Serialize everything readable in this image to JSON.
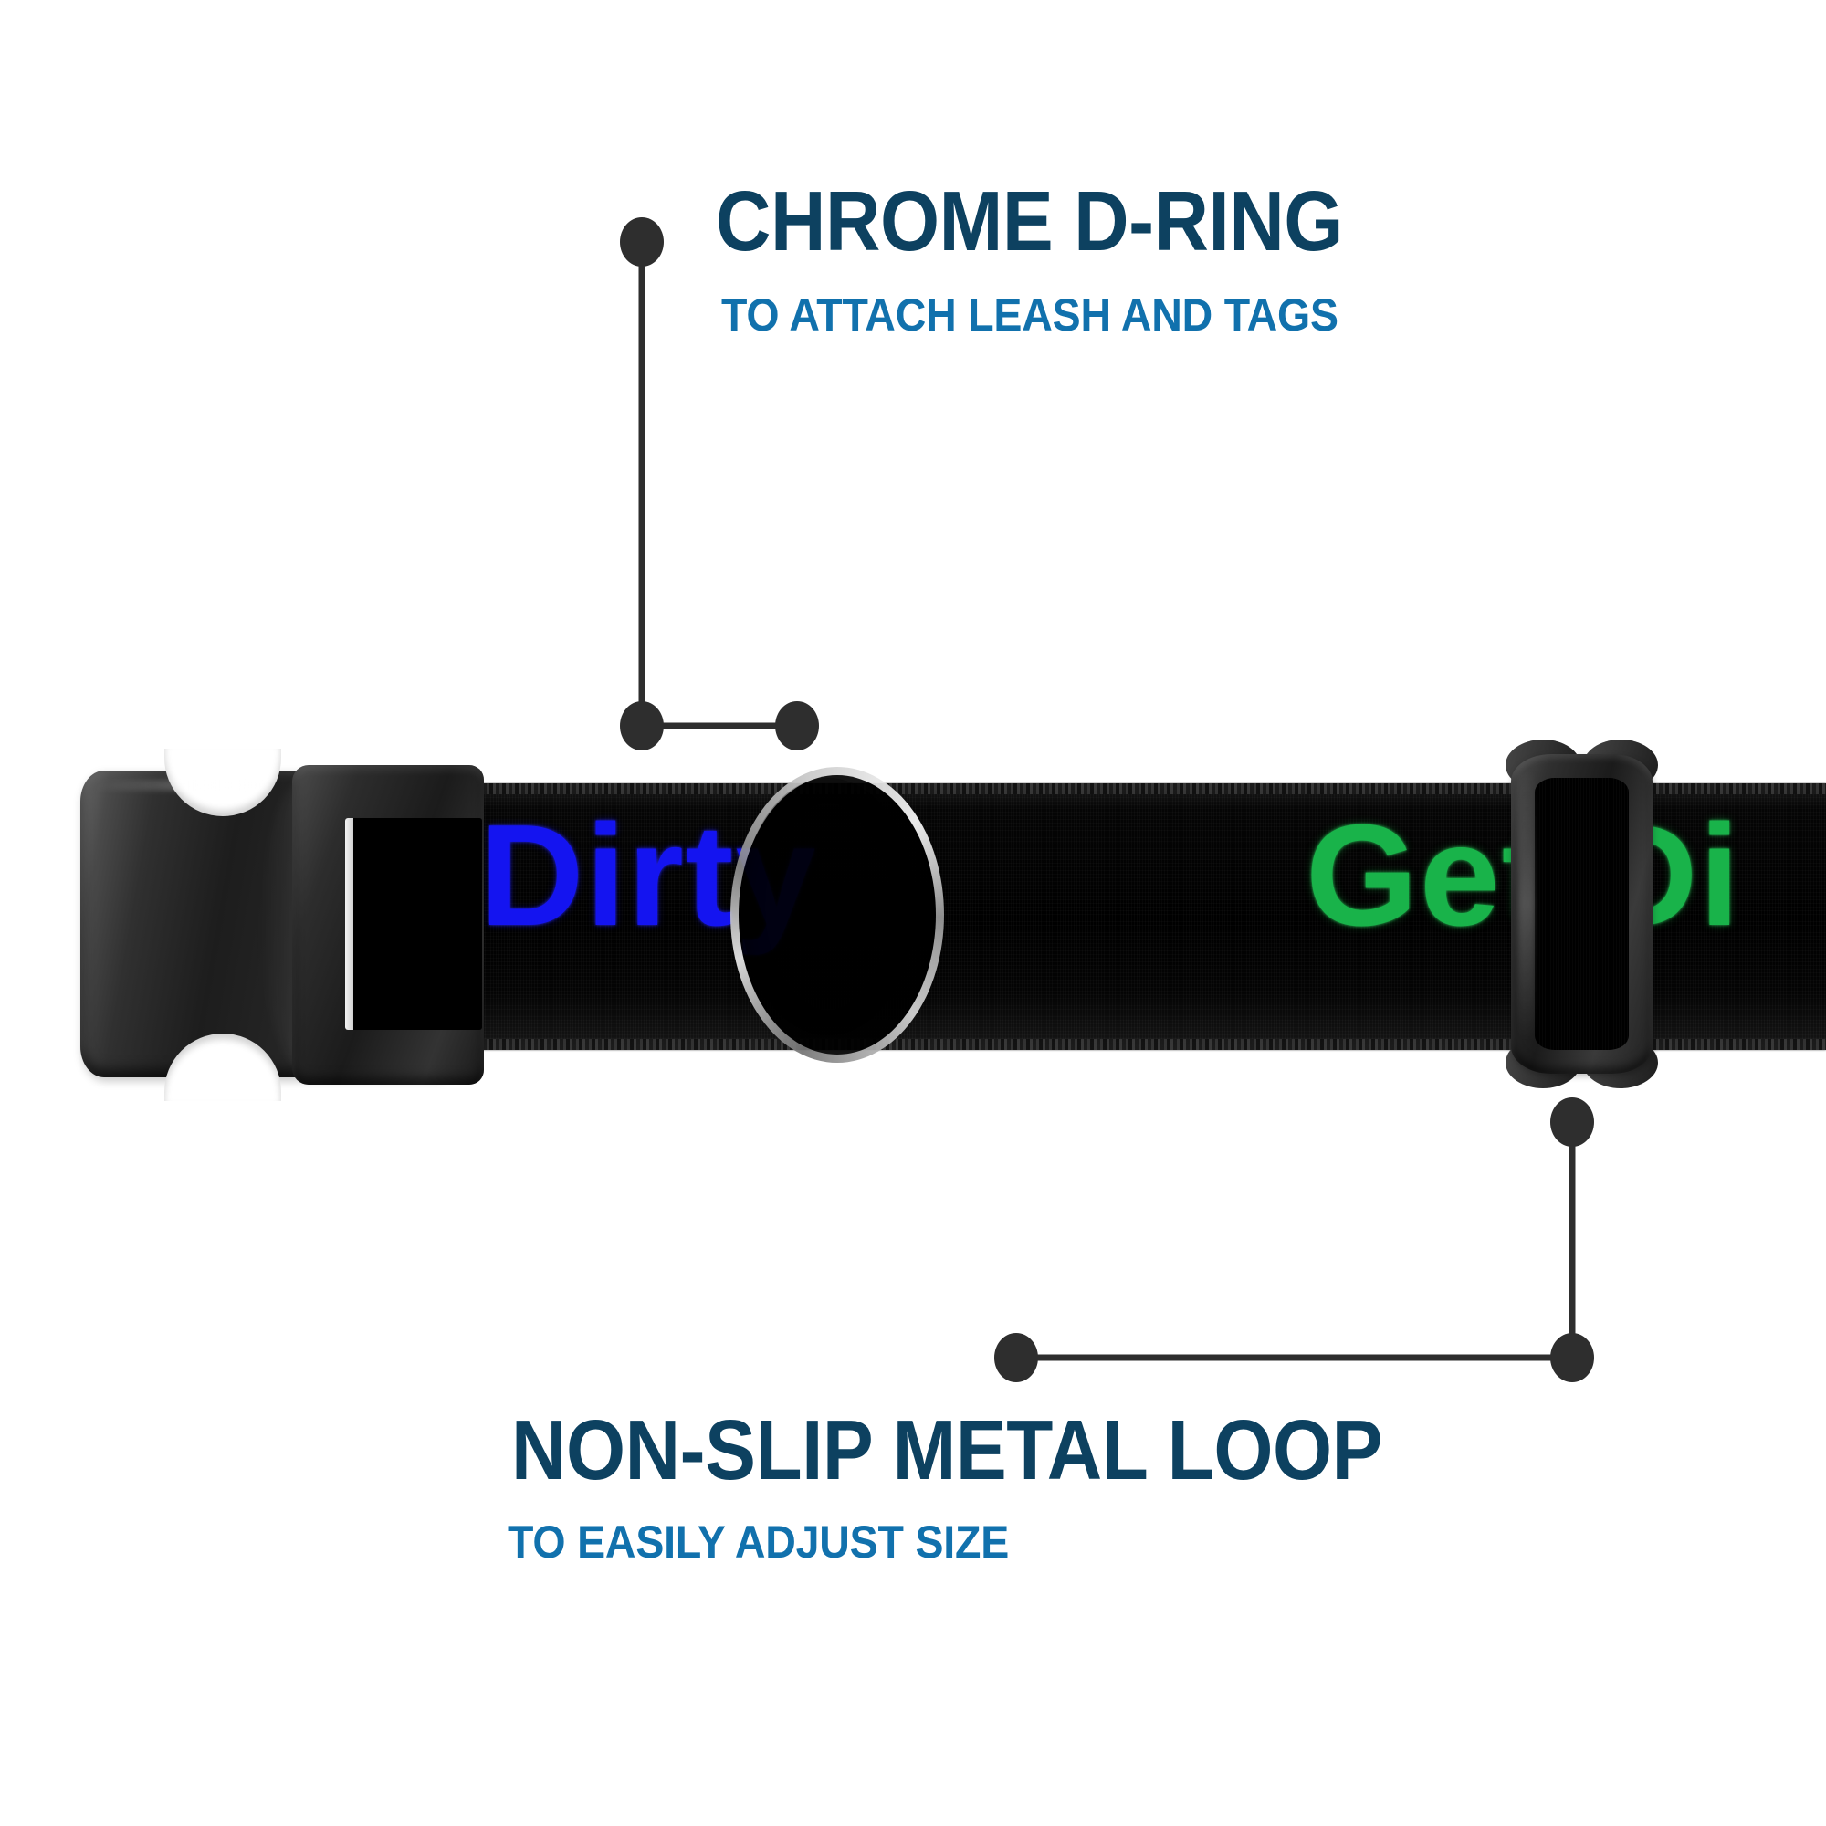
{
  "page": {
    "background_color": "#ffffff",
    "product": "dog collar feature infographic"
  },
  "colors": {
    "title_navy": "#0d4160",
    "subtitle_blue": "#1171ad",
    "leader_dark": "#2e2e2e",
    "slogan_blue": "#1414f0",
    "slogan_green": "#19b34a",
    "webbing_black": "#000000",
    "chrome_silver": "#d8d8d8"
  },
  "callouts": [
    {
      "id": "chrome-d-ring",
      "title": "CHROME D-RING",
      "subtitle": "TO ATTACH LEASH AND TAGS",
      "position": "top"
    },
    {
      "id": "non-slip-metal-loop",
      "title": "NON-SLIP METAL LOOP",
      "subtitle": "TO EASILY ADJUST SIZE",
      "position": "bottom"
    }
  ],
  "product_parts": [
    {
      "name": "side-release-buckle",
      "label": "Side release plastic buckle"
    },
    {
      "name": "webbing-strap",
      "label": "Black woven nylon webbing strap"
    },
    {
      "name": "chrome-d-ring",
      "label": "Chrome D-ring"
    },
    {
      "name": "metal-loop-adjuster",
      "label": "Non-slip metal loop adjuster"
    }
  ],
  "strap_print": {
    "text_left": "et Dirty",
    "text_left_color": "#1414f0",
    "text_right": "Get Di",
    "text_right_color": "#19b34a",
    "full_slogan": "Get Dirty"
  }
}
